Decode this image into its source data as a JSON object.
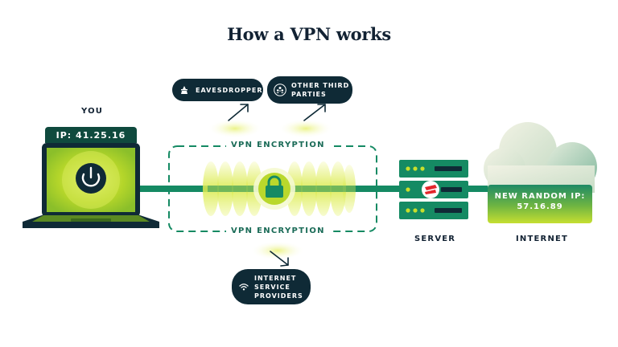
{
  "title": "How a VPN works",
  "you": {
    "label": "YOU",
    "ip_label": "IP: 41.25.16"
  },
  "encryption": {
    "top_label": "VPN ENCRYPTION",
    "bottom_label": "VPN ENCRYPTION"
  },
  "threats": {
    "eavesdroppers": {
      "label": "EAVESDROPPERS",
      "icon": "spy-icon"
    },
    "third_parties": {
      "line1": "OTHER THIRD",
      "line2": "PARTIES",
      "icon": "people-icon"
    },
    "isp": {
      "line1": "INTERNET",
      "line2": "SERVICE",
      "line3": "PROVIDERS",
      "icon": "wifi-icon"
    }
  },
  "server": {
    "label": "SERVER"
  },
  "internet": {
    "label": "INTERNET",
    "ip_line1": "NEW RANDOM IP:",
    "ip_line2": "57.16.89"
  },
  "colors": {
    "dark": "#0f2a36",
    "green": "#158a63",
    "lime": "#c8df2c",
    "text": "#122233"
  }
}
